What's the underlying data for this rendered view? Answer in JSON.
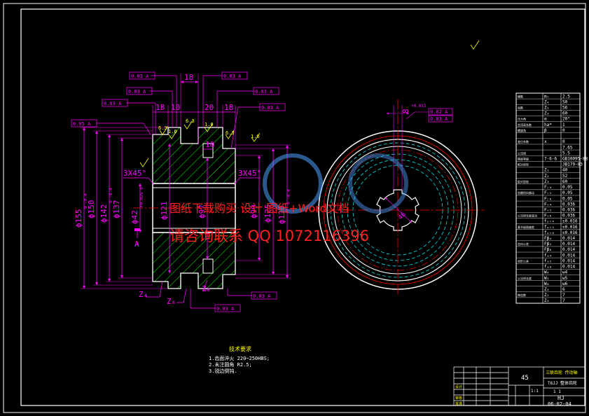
{
  "dims": {
    "top_18": "18",
    "row2_18": "18",
    "row2_10": "10",
    "row2_20": "20",
    "row2_18b": "18",
    "d155": "ϕ155",
    "d150": "ϕ150",
    "d142": "ϕ142",
    "d137": "ϕ137",
    "d42": "ϕ42",
    "d121": "ϕ121",
    "d97": "ϕ97",
    "d99": "ϕ99",
    "d125": "ϕ125",
    "d130": "ϕ130",
    "small_10": "10",
    "chamfer_left": "3X45°",
    "chamfer_right": "3X45°",
    "dim_8": "8",
    "tol_8": "+0.015",
    "dim_46": "46",
    "tol_155": "0 -0.4",
    "tol_142": "0 -0.4",
    "tol_130": "0 -0.4",
    "tol_42": "+0.025 0"
  },
  "roughness": {
    "r1": "6.3",
    "r2": "6.3",
    "r3": "1.6",
    "r4": "1.6",
    "r5": "6.3",
    "r6": "1.6"
  },
  "zlabels": {
    "z4": "Z₄",
    "z6": "Z₆",
    "z5": "Z₅"
  },
  "tolerance_frames": {
    "f1": "0.03 A",
    "f2": "0.03 A",
    "f3": "0.03 A",
    "f4": "0.03 A",
    "f5": "0.03 A",
    "f6": "0.03 A",
    "f7": "0.03 A",
    "f8": "0.05 A",
    "f9": "0.02 A",
    "f10": "0.03 A",
    "f11": "0.03 A",
    "f12": "0.03 A",
    "f13": "0.03 A"
  },
  "datum": "A",
  "tech_req": {
    "title": "技术要求",
    "line1": "1.齿面淬火 220~250HBS;",
    "line2": "2.未注圆角 R2.5;",
    "line3": "3.锐边倒钝."
  },
  "param_table": {
    "rows": [
      [
        "模数",
        "mₙ",
        "2.5"
      ],
      [
        "",
        "Z₄",
        "50"
      ],
      [
        "齿数",
        "Z₅",
        "56"
      ],
      [
        "",
        "Z₆",
        "60"
      ],
      [
        "压力角",
        "α",
        "20°"
      ],
      [
        "齿顶高系数",
        "ha*",
        "1"
      ],
      [
        "螺旋角",
        "β",
        "0"
      ],
      [
        "",
        "",
        ""
      ],
      [
        "变位系数",
        "x",
        "0"
      ],
      [
        "",
        "",
        "7.65"
      ],
      [
        "公法线",
        "",
        "5.5"
      ],
      [
        "精度等级",
        "7-6-6",
        "GB10095-88"
      ],
      [
        "配对齿轮",
        "",
        "JB179-83"
      ],
      [
        "",
        "Z₁",
        "40"
      ],
      [
        "",
        "Z₂",
        "52"
      ],
      [
        "配对齿轮",
        "Z₃",
        "60"
      ],
      [
        "",
        "Fᵣ₄",
        "0.05"
      ],
      [
        "齿圈径向跳动",
        "Fᵣ₅",
        "0.05"
      ],
      [
        "",
        "Fᵣ₆",
        "0.05"
      ],
      [
        "",
        "Fᵥ₄",
        "0.036"
      ],
      [
        "",
        "Fᵥ₅",
        "0.036"
      ],
      [
        "公法线长度变动",
        "Fᵥ₆",
        "0.036"
      ],
      [
        "",
        "fₚₜ₄",
        "±0.016"
      ],
      [
        "基节极限偏差",
        "fₚₜ₅",
        "±0.016"
      ],
      [
        "",
        "fₚₜ₆",
        "±0.016"
      ],
      [
        "",
        "Fβ₄",
        "0.014"
      ],
      [
        "齿向公差",
        "Fβ₅",
        "0.014"
      ],
      [
        "",
        "Fβ₆",
        "0.014"
      ],
      [
        "",
        "fₐ₄",
        "0.014"
      ],
      [
        "齿形公差",
        "fₐ₅",
        "0.014"
      ],
      [
        "",
        "fₐ₆",
        "0.014"
      ],
      [
        "",
        "W₄",
        "w4"
      ],
      [
        "公法线长度",
        "W₅",
        "w5"
      ],
      [
        "",
        "W₆",
        "w6"
      ],
      [
        "",
        "Z₄",
        "6"
      ],
      [
        "跨齿数",
        "Z₅",
        "7"
      ],
      [
        "",
        "Z₆",
        "7"
      ]
    ]
  },
  "title_block": {
    "material": "45",
    "name": "三联齿轮 传动轴",
    "code": "T6JJ 整体齿轮",
    "ratio": "1:1",
    "sheet": "1 1",
    "org": "HJ",
    "date": "06-02-04",
    "design": "设计",
    "check": "审核",
    "approve": "批准"
  },
  "watermark": {
    "line1": "图纸下载购买 设计 图纸+Word文档",
    "line2": "请咨询联系 QQ 1072116396"
  },
  "colors": {
    "background": "#000000",
    "outline": "#ffffff",
    "dimension": "#ff00ff",
    "hatch": "#00ff00",
    "center": "#ff0000",
    "hidden": "#00ffff",
    "text": "#ffff00",
    "watermark_red": "#ff2020",
    "watermark_blue": "#4fa0ff"
  }
}
